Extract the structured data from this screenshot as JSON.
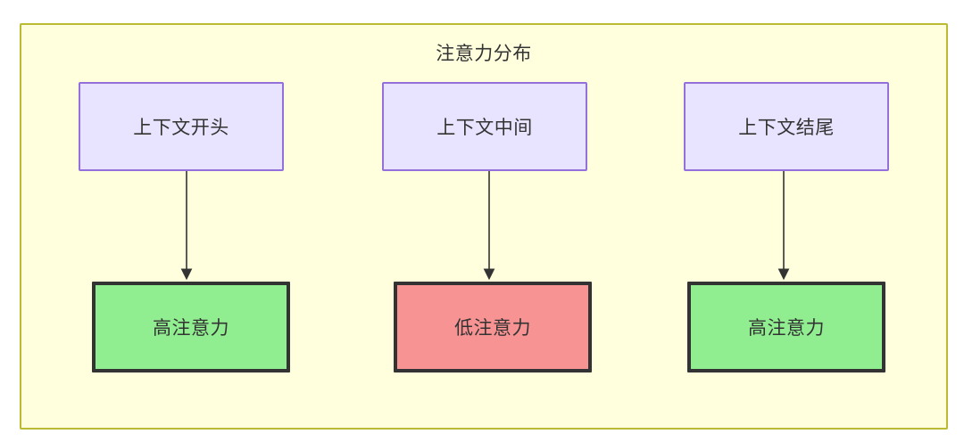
{
  "diagram": {
    "title": "注意力分布",
    "container": {
      "fill": "#ffffdd",
      "stroke": "#bbbb33"
    },
    "columns": [
      {
        "id": "start",
        "context": {
          "label": "上下文开头",
          "fill": "#e8e4ff",
          "stroke": "#9370db"
        },
        "outcome": {
          "label": "高注意力",
          "level": "high",
          "fill": "#90ee90",
          "stroke": "#333333"
        }
      },
      {
        "id": "middle",
        "context": {
          "label": "上下文中间",
          "fill": "#e8e4ff",
          "stroke": "#9370db"
        },
        "outcome": {
          "label": "低注意力",
          "level": "low",
          "fill": "#f89393",
          "stroke": "#333333"
        }
      },
      {
        "id": "end",
        "context": {
          "label": "上下文结尾",
          "fill": "#e8e4ff",
          "stroke": "#9370db"
        },
        "outcome": {
          "label": "高注意力",
          "level": "high",
          "fill": "#90ee90",
          "stroke": "#333333"
        }
      }
    ],
    "edges": [
      {
        "from": "上下文开头",
        "to": "高注意力"
      },
      {
        "from": "上下文中间",
        "to": "低注意力"
      },
      {
        "from": "上下文结尾",
        "to": "高注意力"
      }
    ],
    "edge_color": "#333333"
  }
}
